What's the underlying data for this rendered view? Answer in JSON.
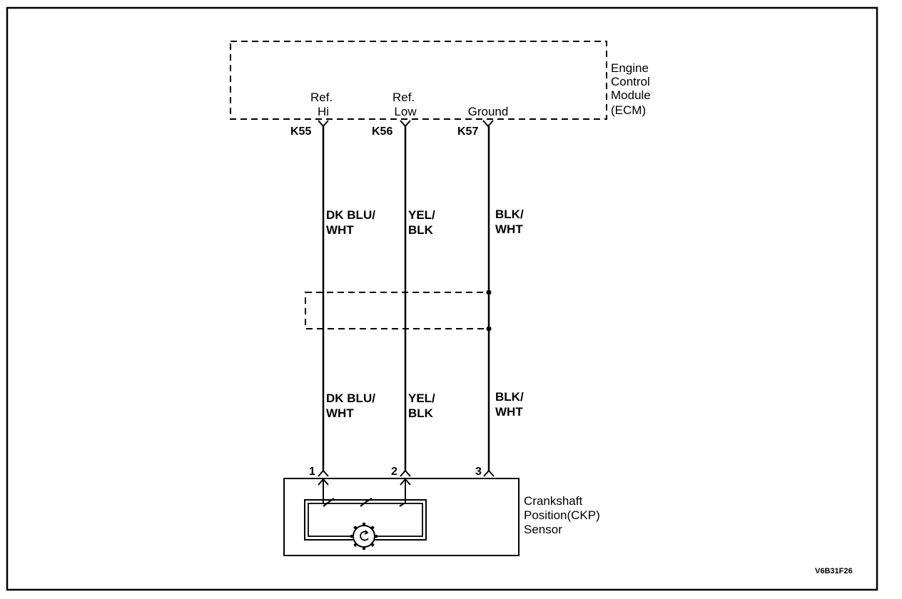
{
  "ecm": {
    "name_lines": [
      "Engine",
      "Control",
      "Module",
      "(ECM)"
    ],
    "terminals": [
      {
        "label_lines": [
          "Ref.",
          "Hi"
        ],
        "pin": "K55"
      },
      {
        "label_lines": [
          "Ref.",
          "Low"
        ],
        "pin": "K56"
      },
      {
        "label_lines": [
          "Ground"
        ],
        "pin": "K57"
      }
    ]
  },
  "wires": [
    {
      "upper": [
        "DK BLU/",
        "WHT"
      ],
      "lower": [
        "DK BLU/",
        "WHT"
      ]
    },
    {
      "upper": [
        "YEL/",
        "BLK"
      ],
      "lower": [
        "YEL/",
        "BLK"
      ]
    },
    {
      "upper": [
        "BLK/",
        "WHT"
      ],
      "lower": [
        "BLK/",
        "WHT"
      ]
    }
  ],
  "sensor": {
    "name_lines": [
      "Crankshaft",
      "Position(CKP)",
      "Sensor"
    ],
    "pins": [
      "1",
      "2",
      "3"
    ]
  },
  "figure_code": "V6B31F26"
}
